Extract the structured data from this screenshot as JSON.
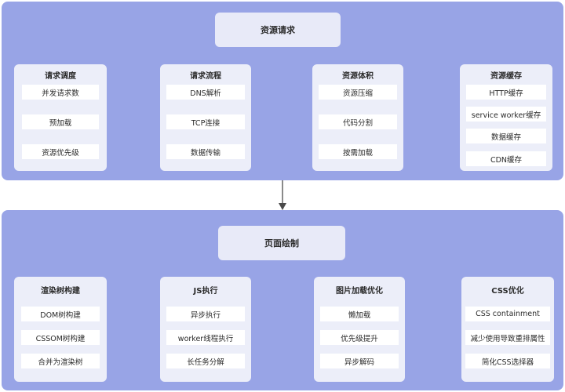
{
  "top": {
    "title": "资源请求",
    "groups": [
      {
        "title": "请求调度",
        "items": [
          "并发请求数",
          "预加载",
          "资源优先级"
        ]
      },
      {
        "title": "请求流程",
        "items": [
          "DNS解析",
          "TCP连接",
          "数据传输"
        ]
      },
      {
        "title": "资源体积",
        "items": [
          "资源压缩",
          "代码分割",
          "按需加载"
        ]
      },
      {
        "title": "资源缓存",
        "items": [
          "HTTP缓存",
          "service worker缓存",
          "数据缓存",
          "CDN缓存"
        ]
      }
    ]
  },
  "bottom": {
    "title": "页面绘制",
    "groups": [
      {
        "title": "渲染树构建",
        "items": [
          "DOM树构建",
          "CSSOM树构建",
          "合并为渲染树"
        ]
      },
      {
        "title": "JS执行",
        "items": [
          "异步执行",
          "worker线程执行",
          "长任务分解"
        ]
      },
      {
        "title": "图片加载优化",
        "items": [
          "懒加载",
          "优先级提升",
          "异步解码"
        ]
      },
      {
        "title": "CSS优化",
        "items": [
          "CSS containment",
          "减少使用导致重排属性",
          "简化CSS选择器"
        ]
      }
    ]
  }
}
